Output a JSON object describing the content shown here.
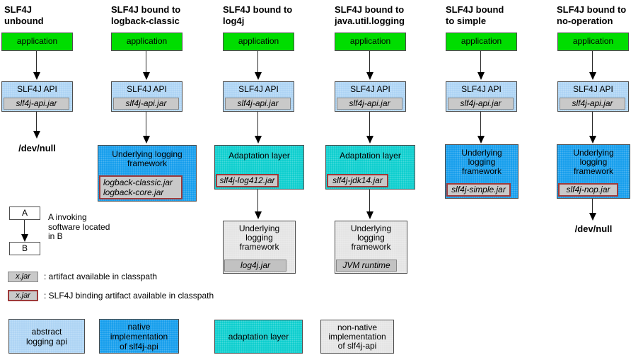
{
  "columns": [
    {
      "title_lines": [
        "SLF4J",
        "unbound"
      ],
      "application_label": "application",
      "api_label": "SLF4J API",
      "api_jar": "slf4j-api.jar",
      "terminal_label": "/dev/null"
    },
    {
      "title_lines": [
        "SLF4J bound to",
        "logback-classic"
      ],
      "application_label": "application",
      "api_label": "SLF4J API",
      "api_jar": "slf4j-api.jar",
      "framework_lines": [
        "Underlying logging",
        "framework"
      ],
      "framework_jar_lines": [
        "logback-classic.jar",
        "logback-core.jar"
      ]
    },
    {
      "title_lines": [
        "SLF4J bound to",
        "log4j"
      ],
      "application_label": "application",
      "api_label": "SLF4J API",
      "api_jar": "slf4j-api.jar",
      "adaptation_label": "Adaptation layer",
      "adaptation_jar": "slf4j-log412.jar",
      "framework_lines": [
        "Underlying",
        "logging",
        "framework"
      ],
      "framework_jar": "log4j.jar"
    },
    {
      "title_lines": [
        "SLF4J bound to",
        "java.util.logging"
      ],
      "application_label": "application",
      "api_label": "SLF4J API",
      "api_jar": "slf4j-api.jar",
      "adaptation_label": "Adaptation layer",
      "adaptation_jar": "slf4j-jdk14.jar",
      "framework_lines": [
        "Underlying",
        "logging",
        "framework"
      ],
      "framework_jar": "JVM runtime"
    },
    {
      "title_lines": [
        "SLF4J bound",
        "to simple"
      ],
      "application_label": "application",
      "api_label": "SLF4J API",
      "api_jar": "slf4j-api.jar",
      "framework_lines": [
        "Underlying",
        "logging",
        "framework"
      ],
      "framework_jar": "slf4j-simple.jar"
    },
    {
      "title_lines": [
        "SLF4J bound to",
        "no-operation"
      ],
      "application_label": "application",
      "api_label": "SLF4J API",
      "api_jar": "slf4j-api.jar",
      "framework_lines": [
        "Underlying",
        "logging",
        "framework"
      ],
      "framework_jar": "slf4j-nop.jar",
      "terminal_label": "/dev/null"
    }
  ],
  "legend": {
    "invoke": {
      "a_label": "A",
      "b_label": "B",
      "caption_lines": [
        "A invoking",
        "software located",
        "in B"
      ]
    },
    "artifact": {
      "box_label": "x.jar",
      "caption": ": artifact available in classpath"
    },
    "binding": {
      "box_label": "x.jar",
      "caption": ": SLF4J binding artifact available in classpath"
    },
    "swatches": [
      {
        "lines": [
          "abstract",
          "logging api"
        ]
      },
      {
        "lines": [
          "native implementation",
          "of slf4j-api"
        ]
      },
      {
        "lines": [
          "adaptation layer"
        ]
      },
      {
        "lines": [
          "non-native",
          "implementation",
          "of slf4j-api"
        ]
      }
    ]
  },
  "colors": {
    "application_green": "#00dd00",
    "abstract_api_blue": "#a9d2f4",
    "native_impl_blue": "#0999ec",
    "adaptation_teal": "#00cccc",
    "non_native_gray": "#e3e3e3",
    "jar_gray": "#c9c9c9",
    "binding_border_red": "#9e3a3a"
  }
}
